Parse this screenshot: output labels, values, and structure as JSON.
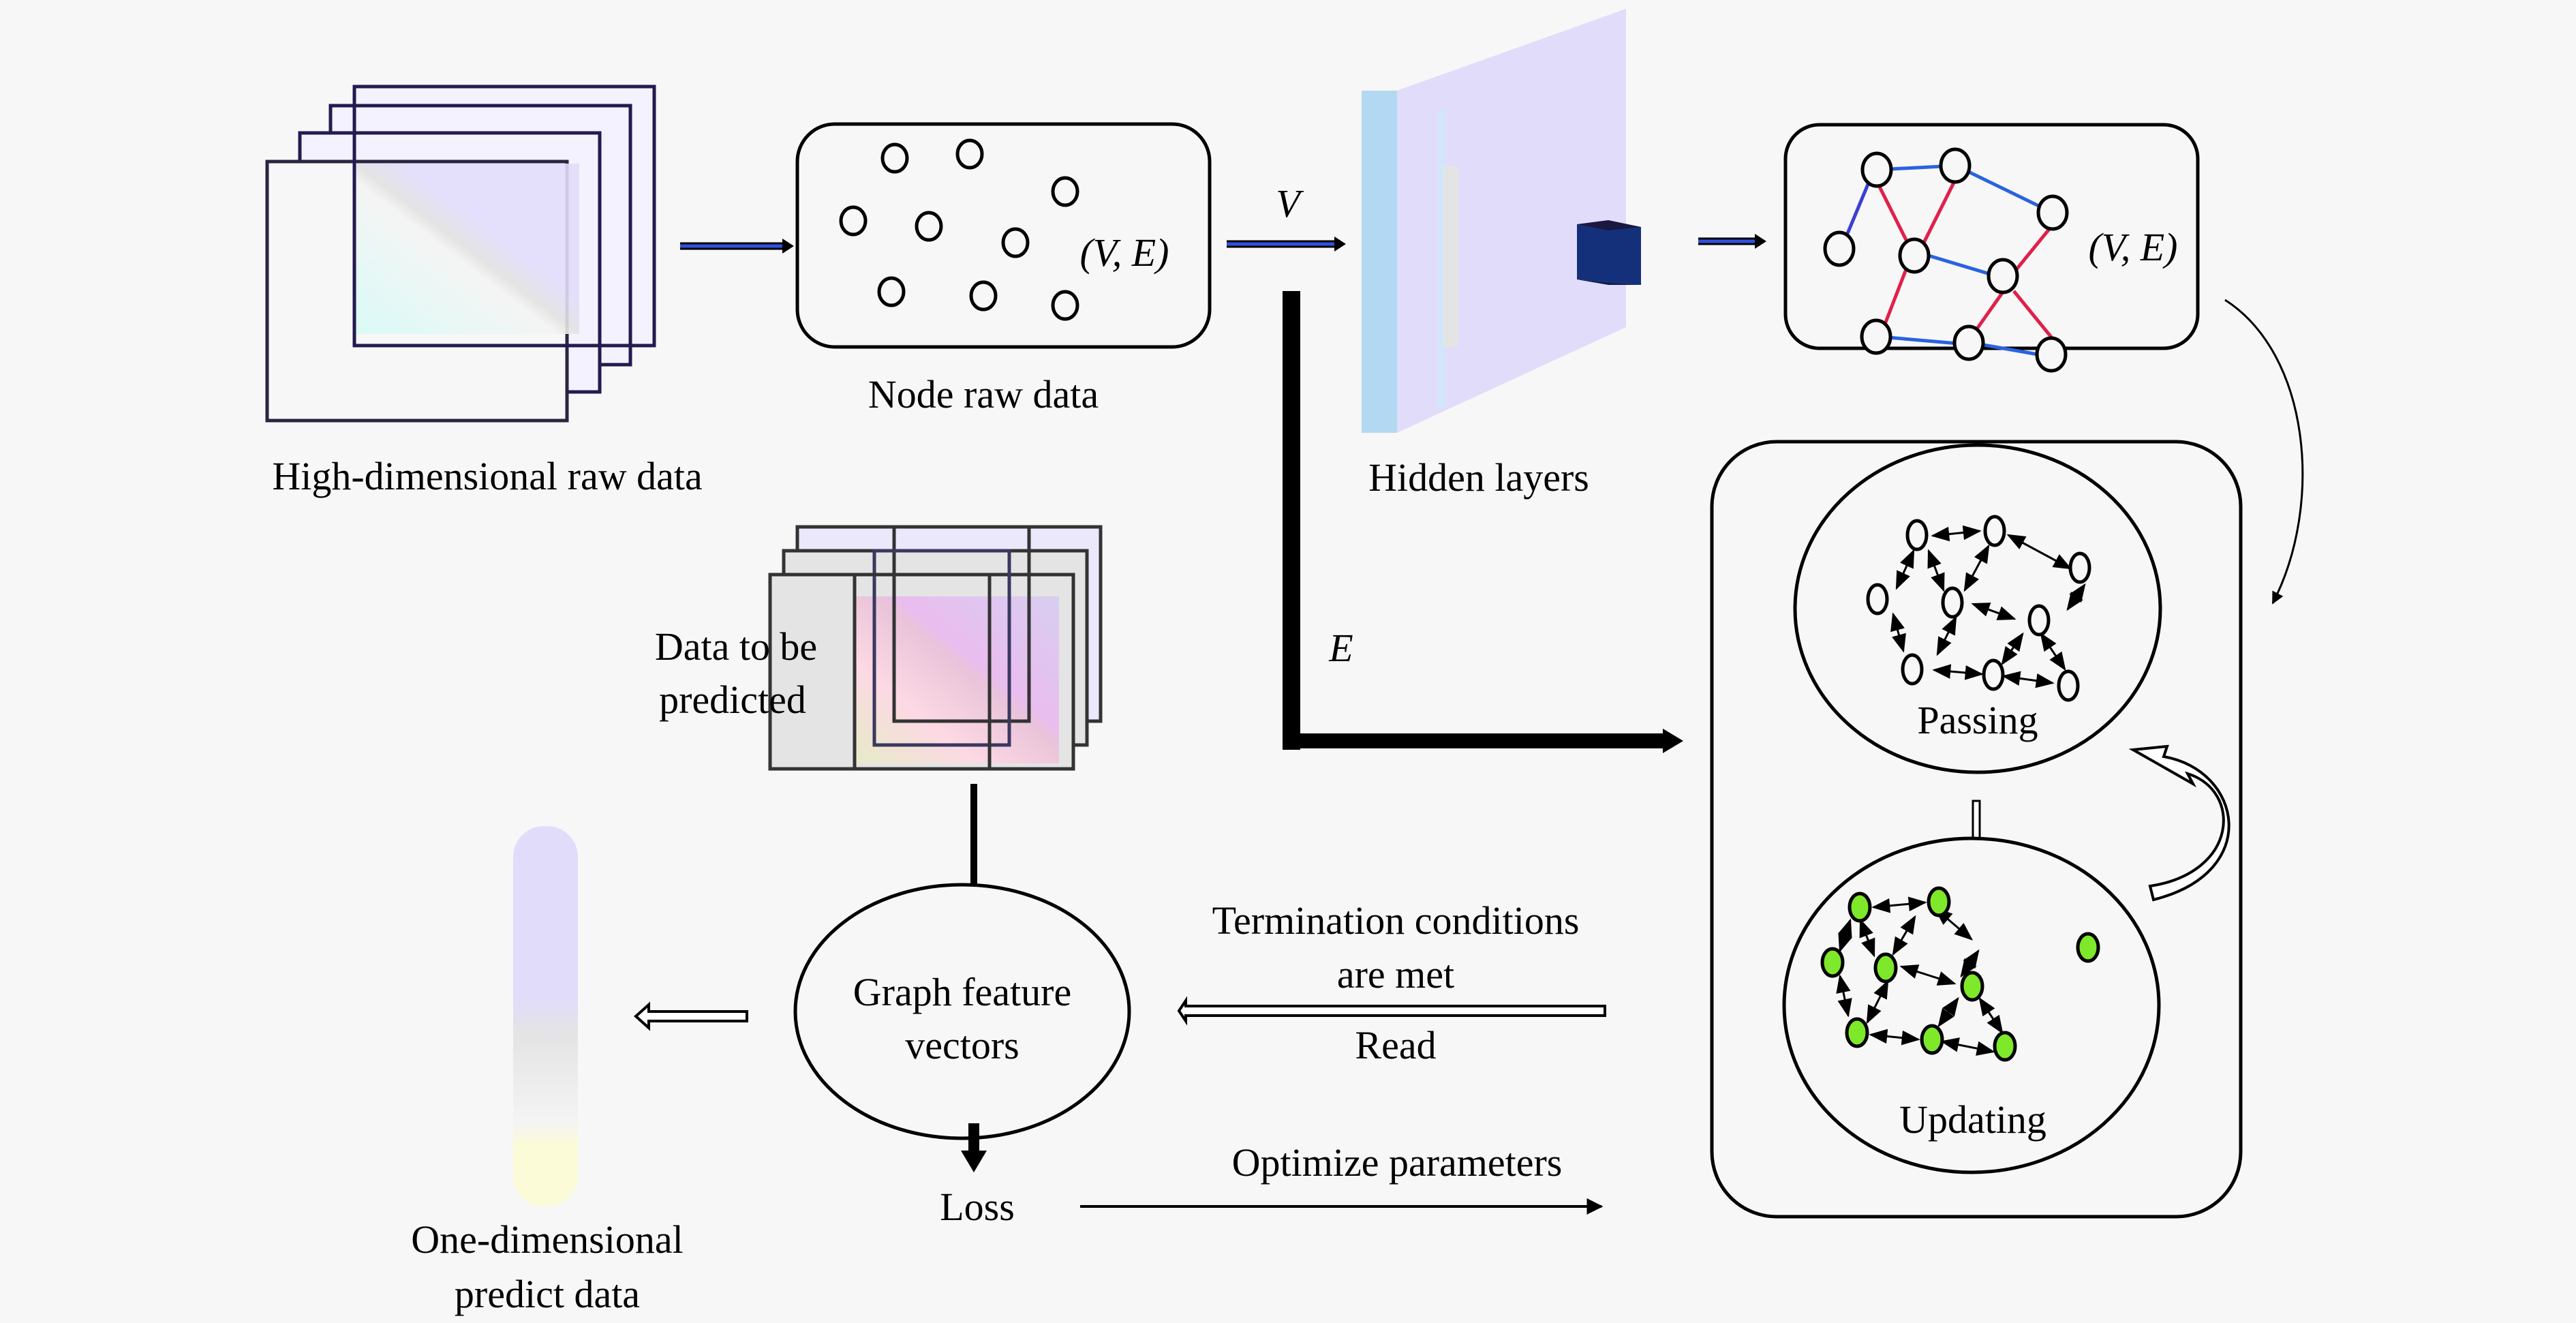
{
  "labels": {
    "high_dim": "High-dimensional raw data",
    "node_raw": "Node raw data",
    "hidden": "Hidden layers",
    "data_pred_1": "Data to be",
    "data_pred_2": "predicted",
    "graph_feat_1": "Graph feature",
    "graph_feat_2": "vectors",
    "termination_1": "Termination conditions",
    "termination_2": "are met",
    "read": "Read",
    "optimize": "Optimize parameters",
    "loss": "Loss",
    "one_dim_1": "One-dimensional",
    "one_dim_2": "predict data",
    "passing": "Passing",
    "updating": "Updating",
    "ve": "(V, E)",
    "v": "V",
    "e": "E"
  },
  "colors": {
    "edge_blue": "#2a62e0",
    "edge_red": "#e0204a",
    "node_green": "#7ee82a",
    "layer_purple": "#e2dcfb",
    "layer_blue": "#b3d8f2",
    "cube_navy": "#14307a",
    "arrow_blue": "#3050e0"
  }
}
